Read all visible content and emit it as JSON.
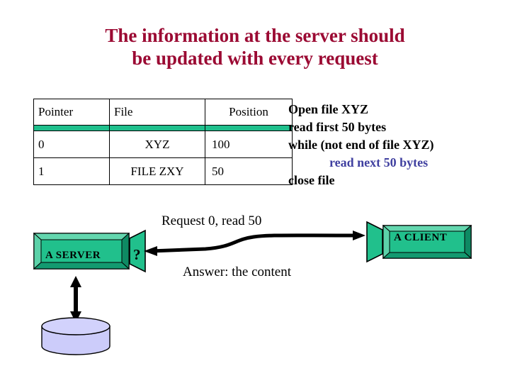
{
  "slide": {
    "title_lines": [
      "The information at the server should",
      "be updated with every request"
    ],
    "title_color": "#9B0A33"
  },
  "table": {
    "headers": [
      "Pointer",
      "File",
      "Position"
    ],
    "separator_color": "#1FBF8C",
    "rows": [
      {
        "pointer": "0",
        "file": "XYZ",
        "position": "100"
      },
      {
        "pointer": "1",
        "file": "FILE ZXY",
        "position": "50"
      }
    ]
  },
  "pseudocode": {
    "lines": [
      {
        "text": "Open file XYZ",
        "indented": false,
        "color": "#000000"
      },
      {
        "text": "read first 50 bytes",
        "indented": false,
        "color": "#000000"
      },
      {
        "text": "while (not end of file XYZ)",
        "indented": false,
        "color": "#000000"
      },
      {
        "text": "read next 50 bytes",
        "indented": true,
        "color": "#4040A0"
      },
      {
        "text": "close file",
        "indented": false,
        "color": "#000000"
      }
    ]
  },
  "diagram": {
    "server_label": "A SERVER",
    "client_label": "A CLIENT",
    "question_mark": "?",
    "request_label": "Request 0, read 50",
    "answer_label": "Answer: the content",
    "box_fill": "#21C08C",
    "box_bevel_light": "#6FD9B5",
    "box_bevel_dark": "#0E8A63",
    "cylinder_fill": "#CCCCFA",
    "arrow_color": "#000000"
  }
}
